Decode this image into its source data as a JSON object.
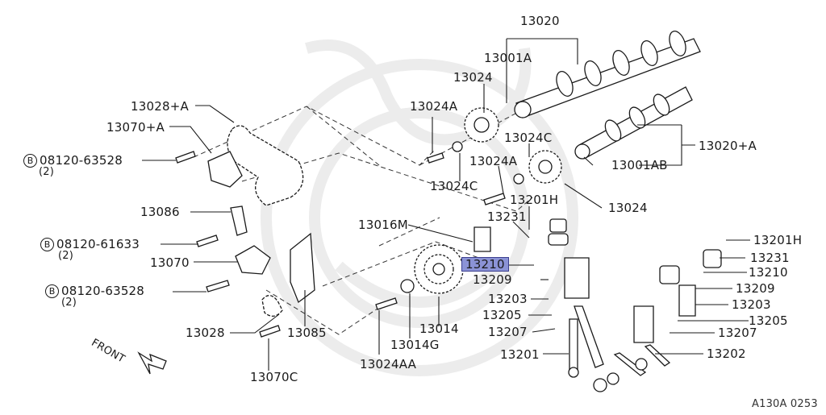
{
  "diagram": {
    "figure_code": "A130A 0253",
    "front_label": "FRONT",
    "labels": {
      "p13020": "13020",
      "p13001A": "13001A",
      "p13024_top": "13024",
      "p13028A": "13028+A",
      "p13024A_top": "13024A",
      "p13070A": "13070+A",
      "p13024C_right": "13024C",
      "p13020A": "13020+A",
      "bolt1_num": "08120-63528",
      "bolt1_qty": "(2)",
      "p13024C_left": "13024C",
      "p13024A_mid": "13024A",
      "p13001AB": "13001AB",
      "p13201H_mid": "13201H",
      "p13086": "13086",
      "p13024_right": "13024",
      "p13231_mid": "13231",
      "p13016M": "13016M",
      "p13201H_right": "13201H",
      "bolt2_num": "08120-61633",
      "bolt2_qty": "(2)",
      "p13231_right": "13231",
      "p13070": "13070",
      "p13210_highlight": "13210",
      "p13210_right": "13210",
      "p13209_mid": "13209",
      "p13209_right": "13209",
      "bolt3_num": "08120-63528",
      "bolt3_qty": "(2)",
      "p13203_mid": "13203",
      "p13203_right": "13203",
      "p13205_mid": "13205",
      "p13205_right": "13205",
      "p13014": "13014",
      "p13028": "13028",
      "p13085": "13085",
      "p13207_mid": "13207",
      "p13207_right": "13207",
      "p13014G": "13014G",
      "p13201": "13201",
      "p13202": "13202",
      "p13024AA": "13024AA",
      "p13070C": "13070C"
    },
    "bolt_marker": "B",
    "highlight_color": "#8b93d6"
  }
}
